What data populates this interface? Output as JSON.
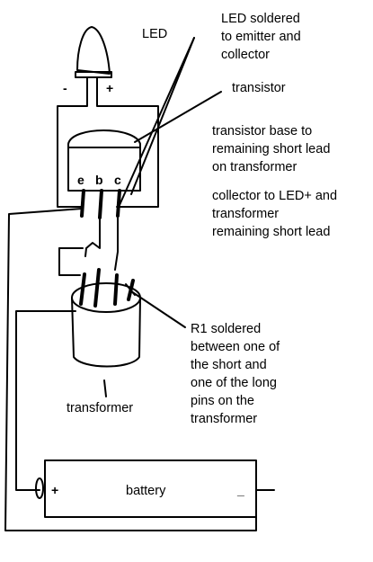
{
  "led": {
    "label": "LED",
    "minus": "-",
    "plus": "+"
  },
  "notes": {
    "led_soldered": [
      "LED soldered",
      "to emitter and",
      "collector"
    ],
    "transistor": "transistor",
    "base": [
      "transistor base to",
      "remaining short lead",
      "on transformer"
    ],
    "collector": [
      "collector to LED+ and",
      "transformer",
      "remaining short lead"
    ],
    "r1": [
      "R1 soldered",
      "between one of",
      "the short and",
      "one of the long",
      "pins on the",
      "transformer"
    ]
  },
  "transistor": {
    "pins": [
      "e",
      "b",
      "c"
    ]
  },
  "transformer": {
    "label": "transformer"
  },
  "battery": {
    "label": "battery",
    "plus": "+",
    "minus": "_"
  },
  "colors": {
    "line": "#000000",
    "background": "#ffffff"
  }
}
